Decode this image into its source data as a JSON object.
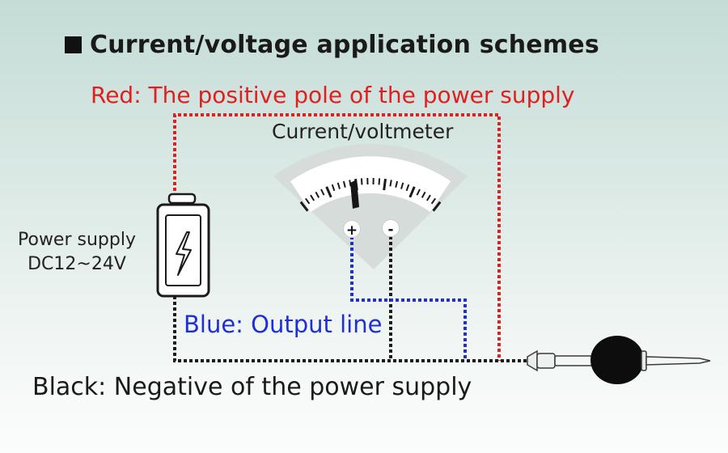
{
  "title": "Current/voltage application schemes",
  "labels": {
    "red_wire": "Red: The positive pole of the power supply",
    "meter": "Current/voltmeter",
    "power_supply_line1": "Power supply",
    "power_supply_line2": "DC12~24V",
    "blue_wire": "Blue: Output line",
    "black_wire": "Black: Negative of the power supply"
  },
  "terminals": {
    "positive": "+",
    "negative": "-"
  },
  "colors": {
    "red_wire": "#e02020",
    "blue_wire": "#1f2fd6",
    "black_wire": "#1a1a1a",
    "meter_body": "#d6dcda",
    "probe_handle": "#0d0d0d"
  },
  "icons": [
    "battery-icon",
    "lightning-bolt-icon",
    "meter-icon",
    "temperature-probe-icon"
  ]
}
